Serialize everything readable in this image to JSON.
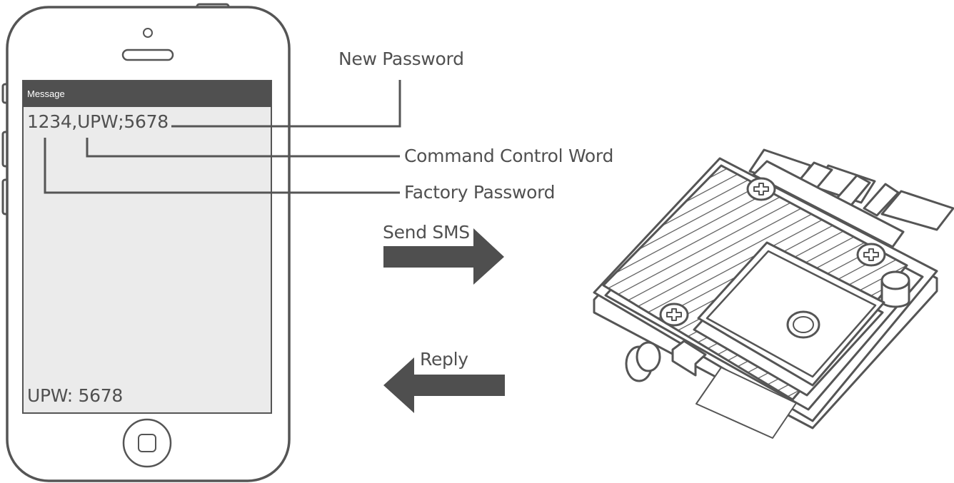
{
  "phone": {
    "screen_header": "Message",
    "sent_message": "1234,UPW;5678",
    "received_reply": "UPW: 5678"
  },
  "callouts": {
    "new_password": "New Password",
    "command_control_word": "Command Control Word",
    "factory_password": "Factory Password"
  },
  "arrows": {
    "send_label": "Send SMS",
    "reply_label": "Reply"
  },
  "colors": {
    "outline": "#555555",
    "screen_bg": "#ebebeb",
    "header_bar": "#505050",
    "arrow": "#4f4f4f"
  }
}
